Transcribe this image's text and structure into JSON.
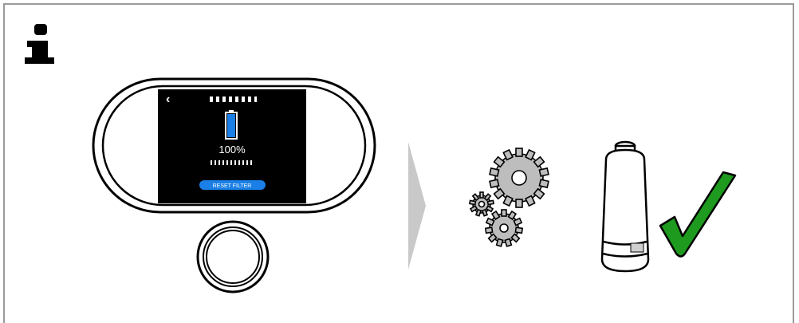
{
  "display": {
    "back_glyph": "‹",
    "battery_level_percent": 100,
    "battery_label": "100%",
    "reset_button_label": "RESET FILTER"
  },
  "icons": {
    "info": "info-icon",
    "arrow": "chevron-right-arrow",
    "gears": "gears-icon",
    "filter": "filter-cartridge",
    "check": "checkmark-icon"
  },
  "colors": {
    "screen_bg": "#000000",
    "battery_fill": "#1a7fe6",
    "reset_button": "#1a7fe6",
    "arrow_fill": "#c9c9c9",
    "gear_fill": "#bdbdbd",
    "check_fill": "#1e9a1e",
    "frame_border": "#9a9a9a"
  }
}
